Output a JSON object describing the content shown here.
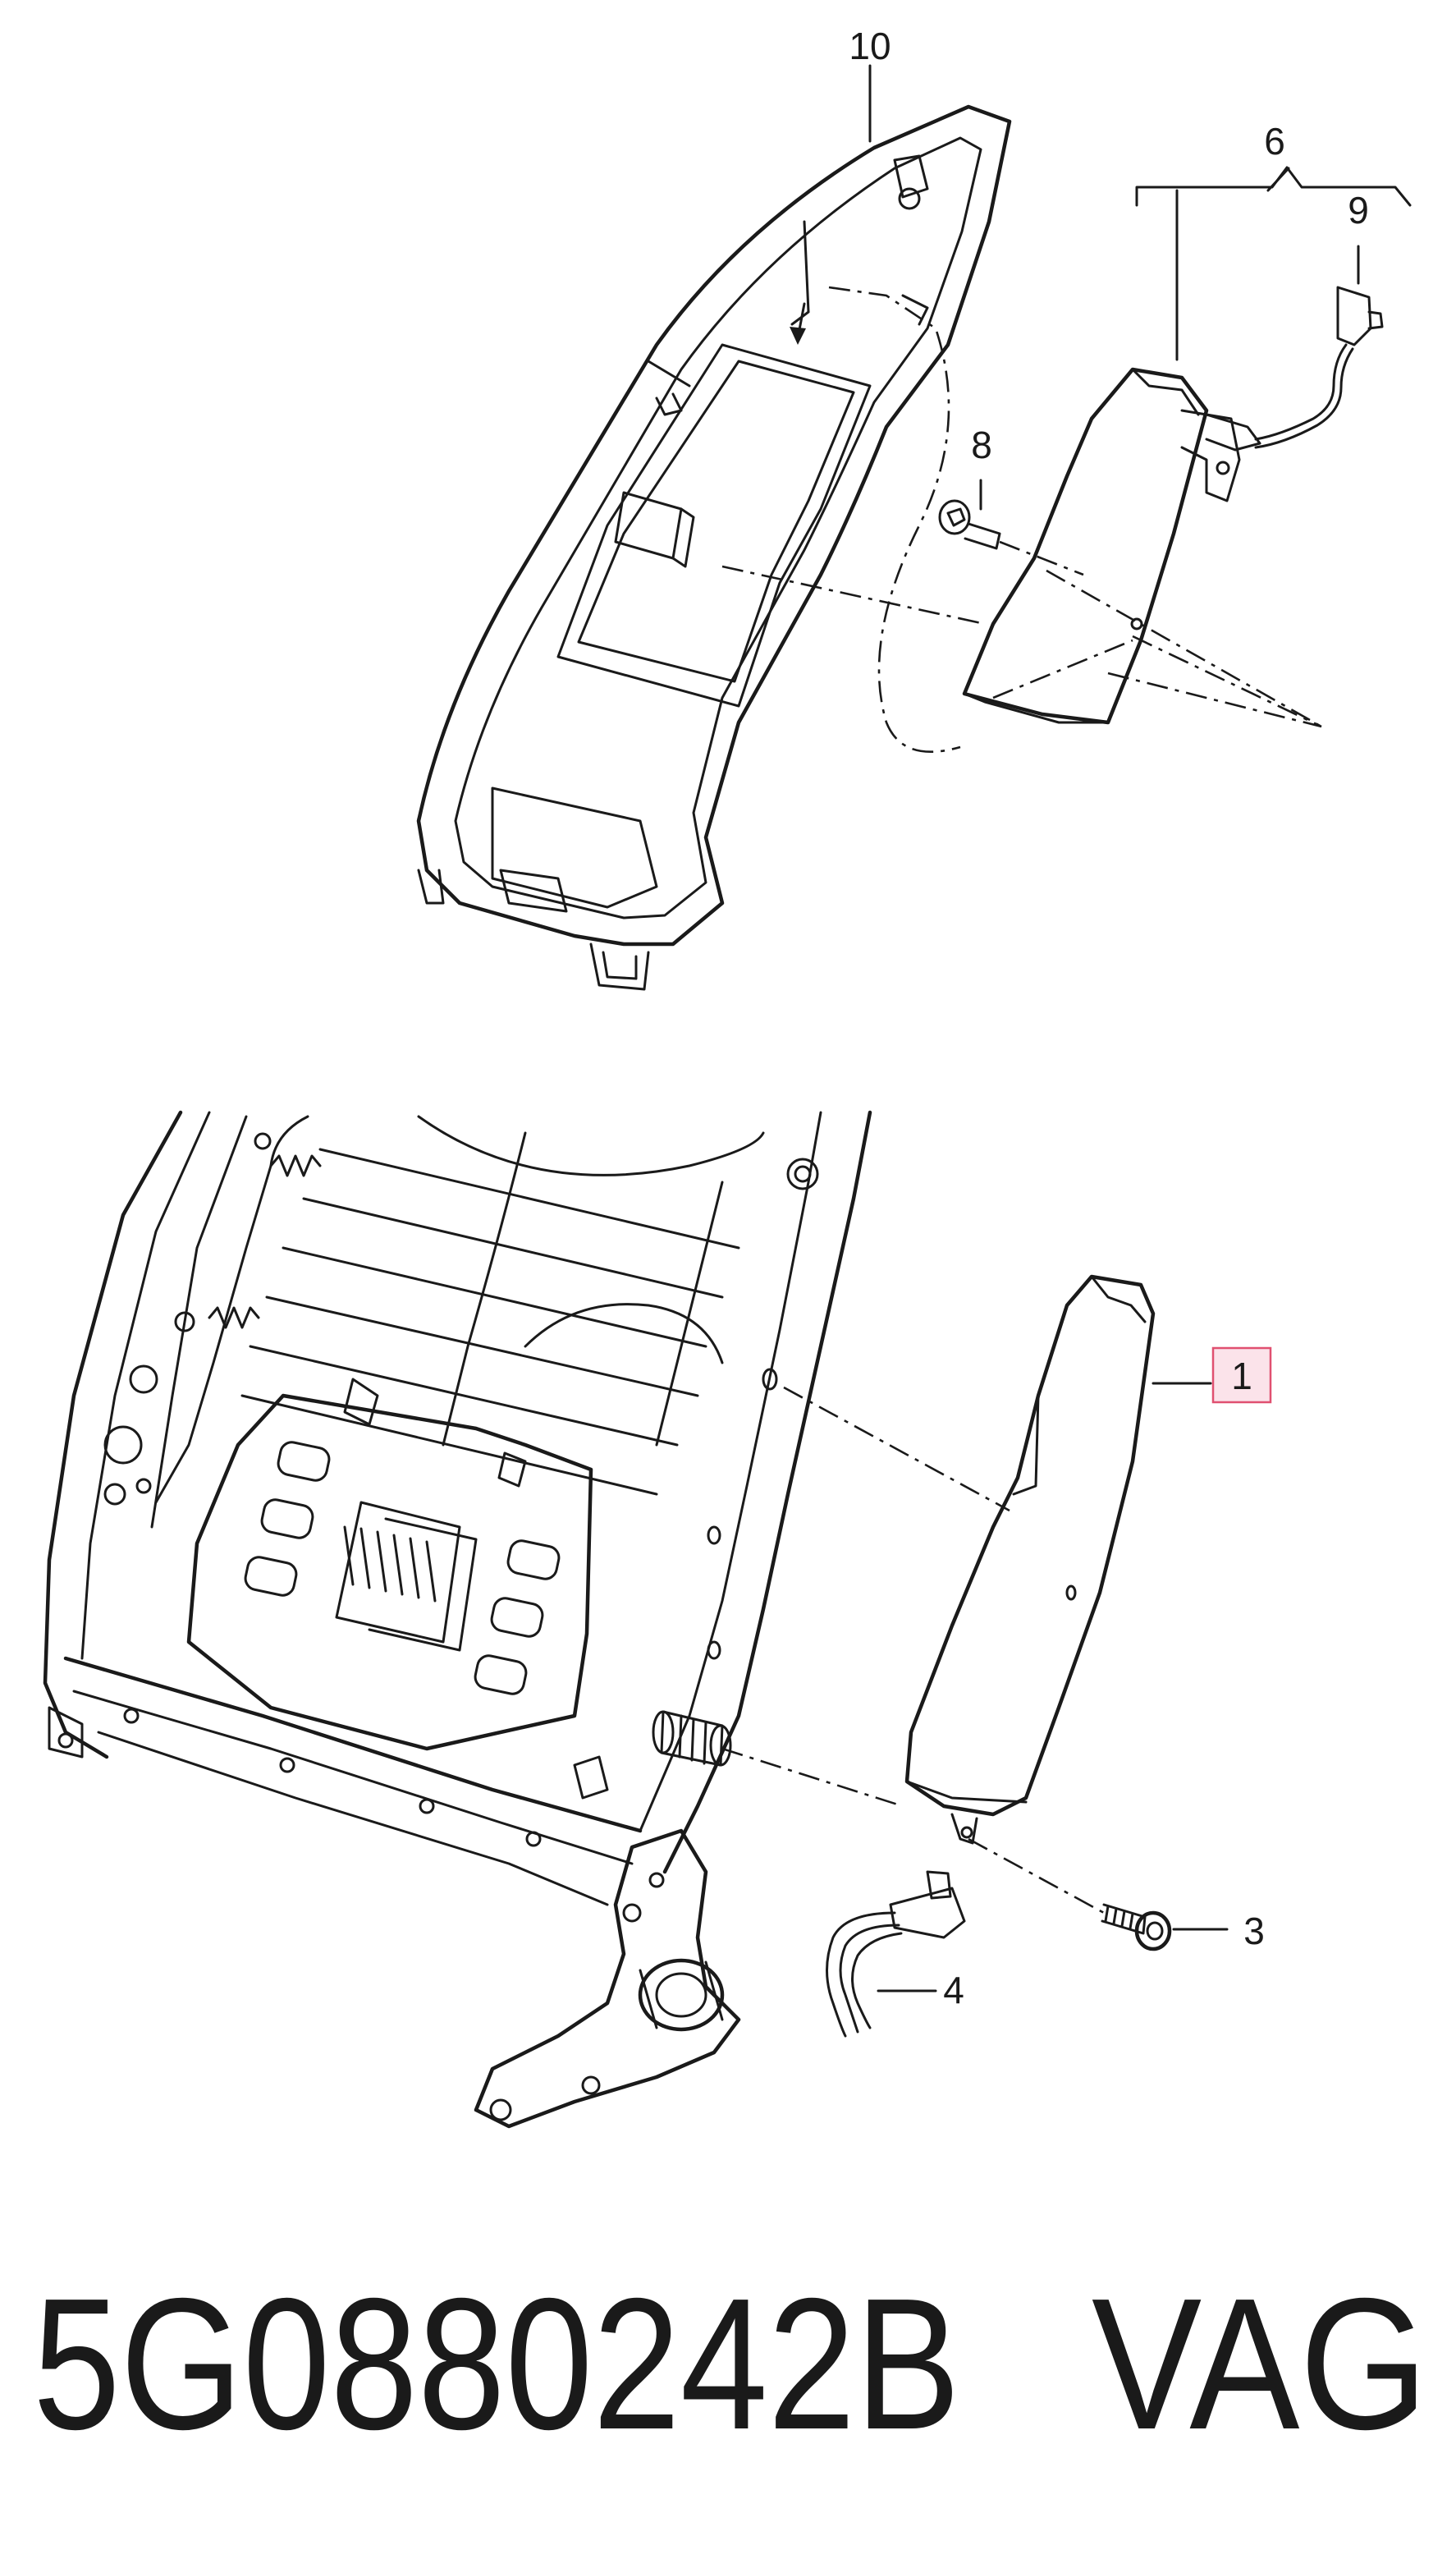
{
  "callouts": {
    "c1": "1",
    "c3": "3",
    "c4": "4",
    "c6": "6",
    "c8": "8",
    "c9": "9",
    "c10": "10"
  },
  "footer": {
    "part_number": "5G0880242B",
    "brand": "VAG"
  },
  "colors": {
    "line": "#1a1a1a",
    "highlight_fill": "#fbe3ea",
    "highlight_border": "#e05070"
  }
}
